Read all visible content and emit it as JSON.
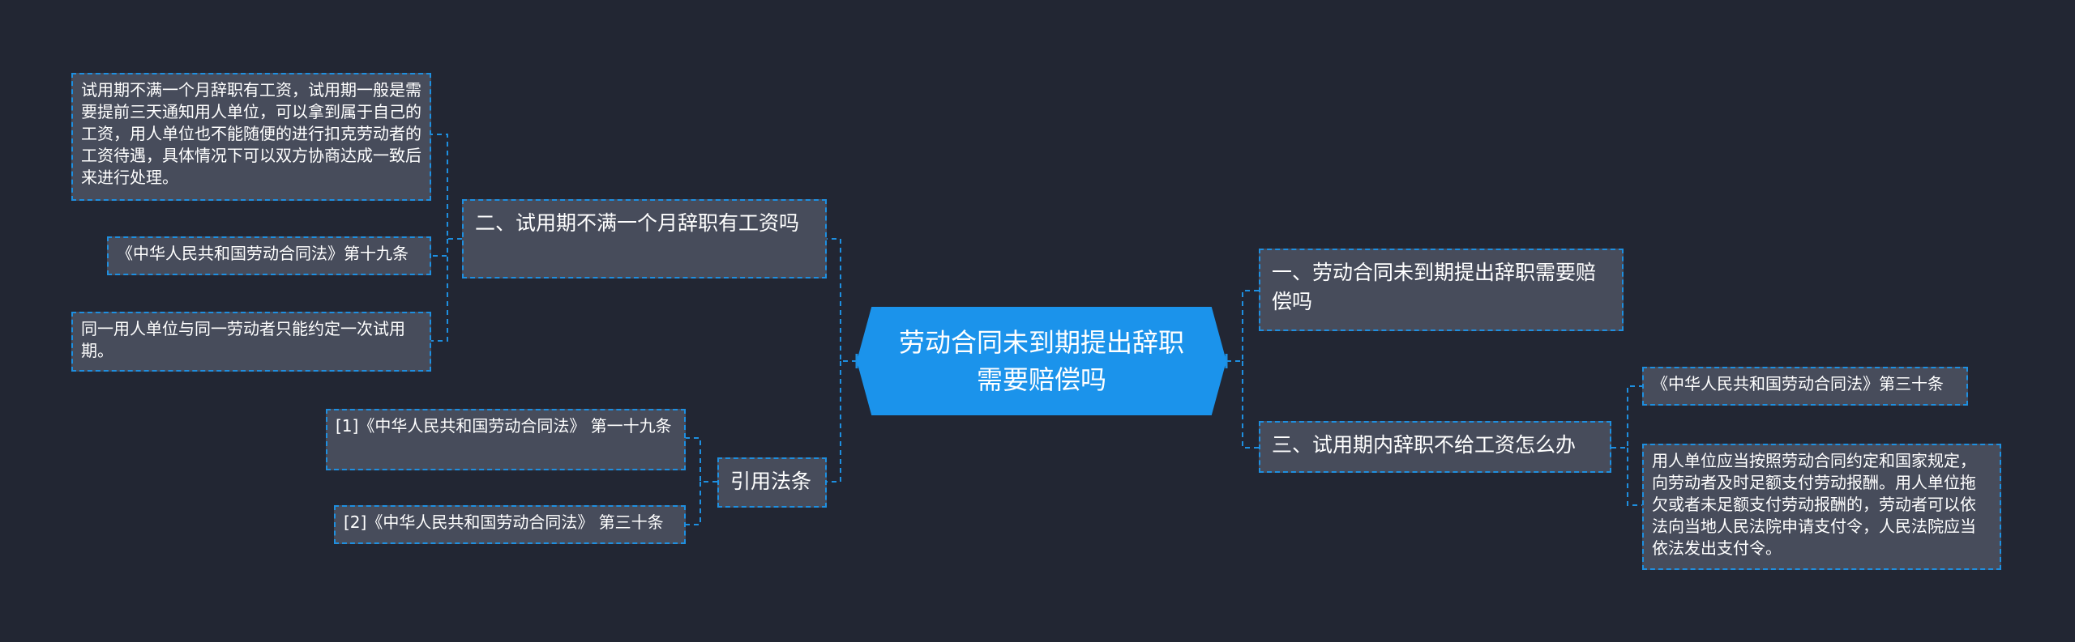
{
  "root": {
    "label": "劳动合同未到期提出辞职需要赔偿吗"
  },
  "right": [
    {
      "label": "一、劳动合同未到期提出辞职需要赔偿吗",
      "children": []
    },
    {
      "label": "三、试用期内辞职不给工资怎么办",
      "children": [
        "《中华人民共和国劳动合同法》第三十条",
        "用人单位应当按照劳动合同约定和国家规定，向劳动者及时足额支付劳动报酬。用人单位拖欠或者未足额支付劳动报酬的，劳动者可以依法向当地人民法院申请支付令，人民法院应当依法发出支付令。"
      ]
    }
  ],
  "left": [
    {
      "label": "二、试用期不满一个月辞职有工资吗",
      "children": [
        "试用期不满一个月辞职有工资，试用期一般是需要提前三天通知用人单位，可以拿到属于自己的工资，用人单位也不能随便的进行扣克劳动者的工资待遇，具体情况下可以双方协商达成一致后来进行处理。",
        "《中华人民共和国劳动合同法》第十九条",
        "同一用人单位与同一劳动者只能约定一次试用期。"
      ]
    },
    {
      "label": "引用法条",
      "children": [
        "[1]《中华人民共和国劳动合同法》 第一十九条",
        "[2]《中华人民共和国劳动合同法》 第三十条"
      ]
    }
  ],
  "colors": {
    "background": "#222633",
    "root_fill": "#1b93eb",
    "node_fill": "#474c5b",
    "link": "#1e8fe0",
    "text": "#ffffff"
  }
}
